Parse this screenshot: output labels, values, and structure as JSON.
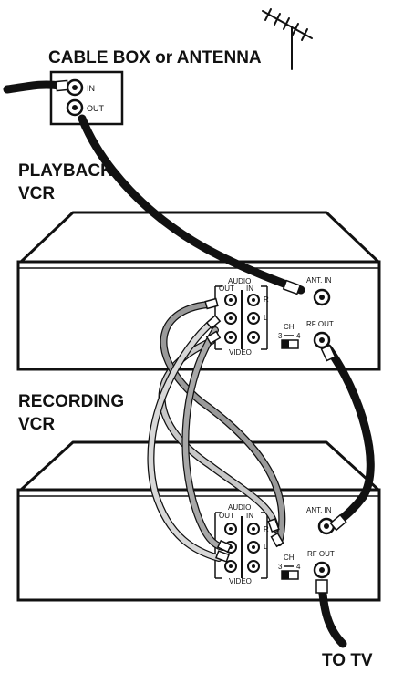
{
  "labels": {
    "source": "CABLE BOX or ANTENNA",
    "playback_line1": "PLAYBACK",
    "playback_line2": "VCR",
    "recording_line1": "RECORDING",
    "recording_line2": "VCR",
    "to_tv": "TO TV"
  },
  "source_box": {
    "in": "IN",
    "out": "OUT"
  },
  "vcr_panel": {
    "audio": "AUDIO",
    "out": "OUT",
    "in": "IN",
    "r": "R",
    "l": "L",
    "video": "VIDEO",
    "ant_in": "ANT. IN",
    "rf_out": "RF OUT",
    "ch": "CH",
    "ch3": "3",
    "ch4": "4"
  }
}
